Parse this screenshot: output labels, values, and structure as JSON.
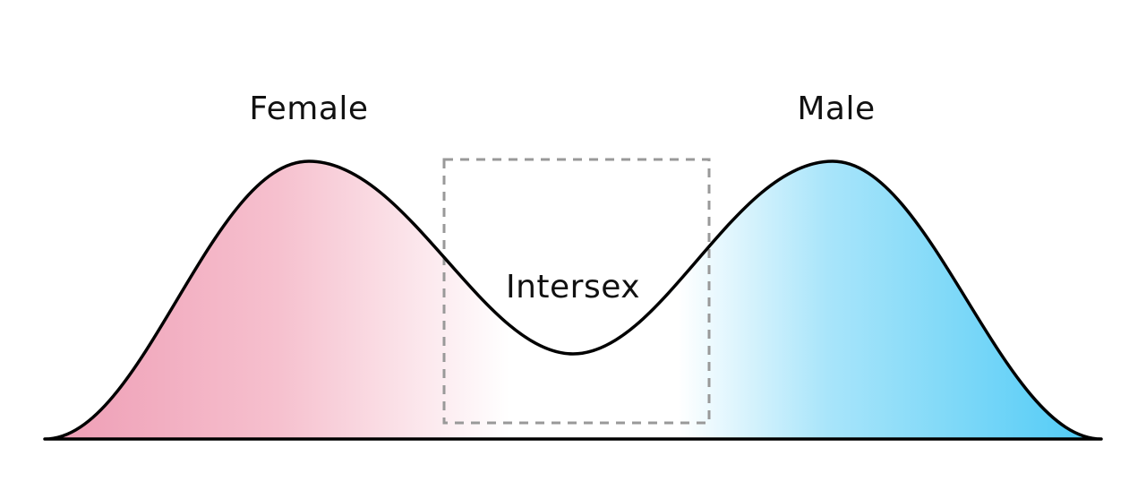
{
  "diagram": {
    "labels": {
      "left_peak": "Female",
      "right_peak": "Male",
      "valley": "Intersex"
    },
    "colors": {
      "female_pink": "#EE9CB4",
      "pink_fade": "#F6C0CE",
      "white_center": "#FFFFFF",
      "blue_fade": "#A9E5FA",
      "male_blue": "#4DCAF6",
      "curve_stroke": "#000000",
      "dashed_box": "#999999",
      "label_text": "#111111"
    }
  }
}
